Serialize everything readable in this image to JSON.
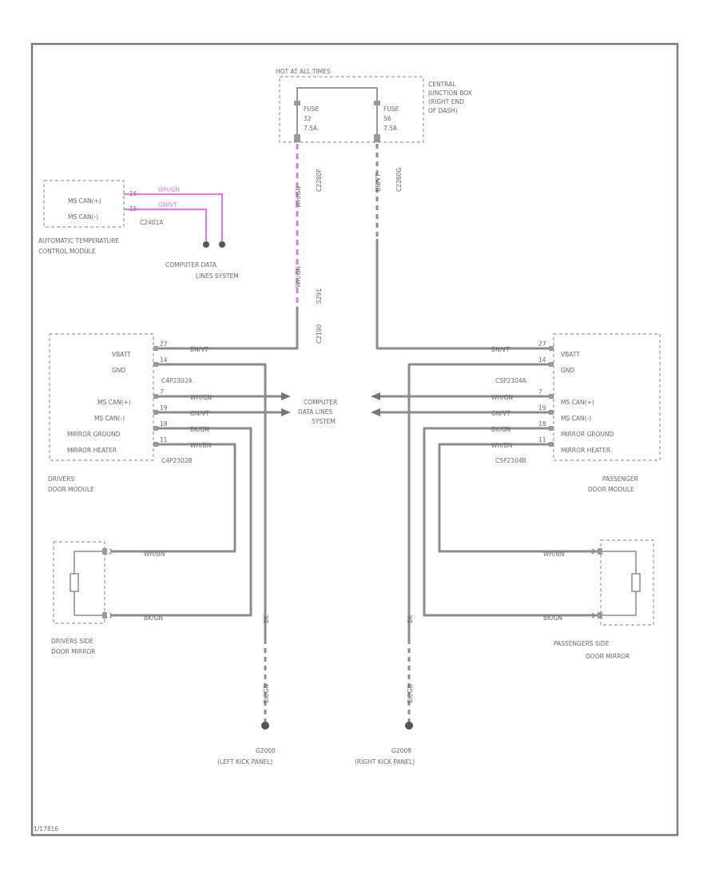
{
  "hot_at": "HOT AT ALL TIMES",
  "cjb": {
    "label": "CENTRAL JUNCTION BOX (RIGHT END OF DASH)",
    "fuse_left": {
      "name": "FUSE",
      "number": "32",
      "amps": "7.5A"
    },
    "fuse_right": {
      "name": "FUSE",
      "number": "56",
      "amps": "7.5A"
    },
    "conn_left": "C2280F",
    "conn_right": "C2280G"
  },
  "atc": {
    "label_line1": "AUTOMATIC TEMPERATURE",
    "label_line2": "CONTROL MODULE",
    "pins": [
      "MS CAN(+)",
      "MS CAN(-)"
    ],
    "pin_nums": [
      "16",
      "15"
    ],
    "wire_colors": [
      "WH/GN",
      "GN/VT"
    ],
    "connector": "C2401A"
  },
  "cdl_top": {
    "line1": "COMPUTER DATA",
    "line2": "LINES SYSTEM"
  },
  "cdl_mid": {
    "line1": "COMPUTER",
    "line2": "DATA LINES",
    "line3": "SYSTEM"
  },
  "splices": [
    "S291",
    "C2190"
  ],
  "wire_labels": {
    "left_fuse_a": "WH/GN",
    "left_fuse_b": "WH/GN",
    "right_fuse": "BN/VT",
    "ground": "BK",
    "ground2": "BK/GN"
  },
  "drivers_door_module": {
    "label_line1": "DRIVERS",
    "label_line2": "DOOR MODULE",
    "pins": [
      "VBATT",
      "GND",
      "MS CAN(+)",
      "MS CAN(-)",
      "MIRROR GROUND",
      "MIRROR HEATER"
    ],
    "pin_nums": [
      "27",
      "14",
      "7",
      "19",
      "18",
      "11"
    ],
    "wire_colors": [
      "BN/VT",
      "BK/GN",
      "WH/GN",
      "GN/VT",
      "BK/GN",
      "WH/BN"
    ],
    "connectors": [
      "C4P2302A",
      "C4P2302B"
    ]
  },
  "passenger_door_module": {
    "label_line1": "PASSENGER",
    "label_line2": "DOOR MODULE",
    "pins": [
      "VBATT",
      "GND",
      "MS CAN(+)",
      "MS CAN(-)",
      "MIRROR GROUND",
      "MIRROR HEATER"
    ],
    "pin_nums": [
      "27",
      "14",
      "7",
      "19",
      "18",
      "11"
    ],
    "wire_colors": [
      "BN/VT",
      "BK/GN",
      "WH/GN",
      "GN/VT",
      "BK/GN",
      "WH/BN"
    ],
    "connectors": [
      "C5P2304A",
      "C5P2304B"
    ]
  },
  "drivers_mirror": {
    "label_line1": "DRIVERS SIDE",
    "label_line2": "DOOR MIRROR",
    "pins": [
      "2",
      "1"
    ],
    "wires": [
      "WH/BN",
      "BK/GN"
    ]
  },
  "passengers_mirror": {
    "label_line1": "PASSENGERS SIDE",
    "label_line2": "DOOR MIRROR",
    "pins": [
      "2",
      "1"
    ],
    "wires": [
      "WH/BN",
      "BK/GN"
    ]
  },
  "ground_left": {
    "id": "G2000",
    "location": "(LEFT KICK PANEL)"
  },
  "ground_right": {
    "id": "G2008",
    "location": "(RIGHT KICK PANEL)"
  },
  "footer_code": "1/17816"
}
